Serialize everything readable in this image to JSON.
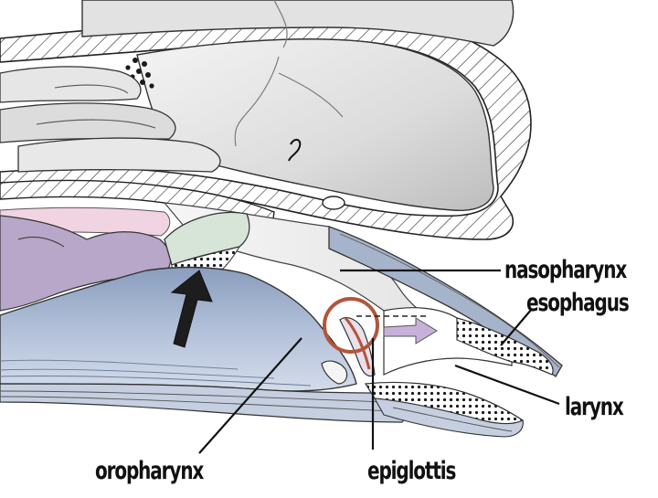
{
  "labels": {
    "nasopharynx": "nasopharynx",
    "esophagus": "esophagus",
    "larynx": "larynx",
    "oropharynx": "oropharynx",
    "epiglottis": "epiglottis"
  },
  "colors": {
    "bone_fill": "#e9e9e9",
    "hatch_line": "#3a3a3a",
    "tongue_blue": "#a9b9d2",
    "purple_tissue": "#b8a7c9",
    "pink_tissue": "#f1d4e2",
    "palate_green": "#d6e5d8",
    "highlight_ring": "#b3553a",
    "arrow_dark": "#1d1d1d",
    "airflow_arrow": "#c7b1d8"
  }
}
